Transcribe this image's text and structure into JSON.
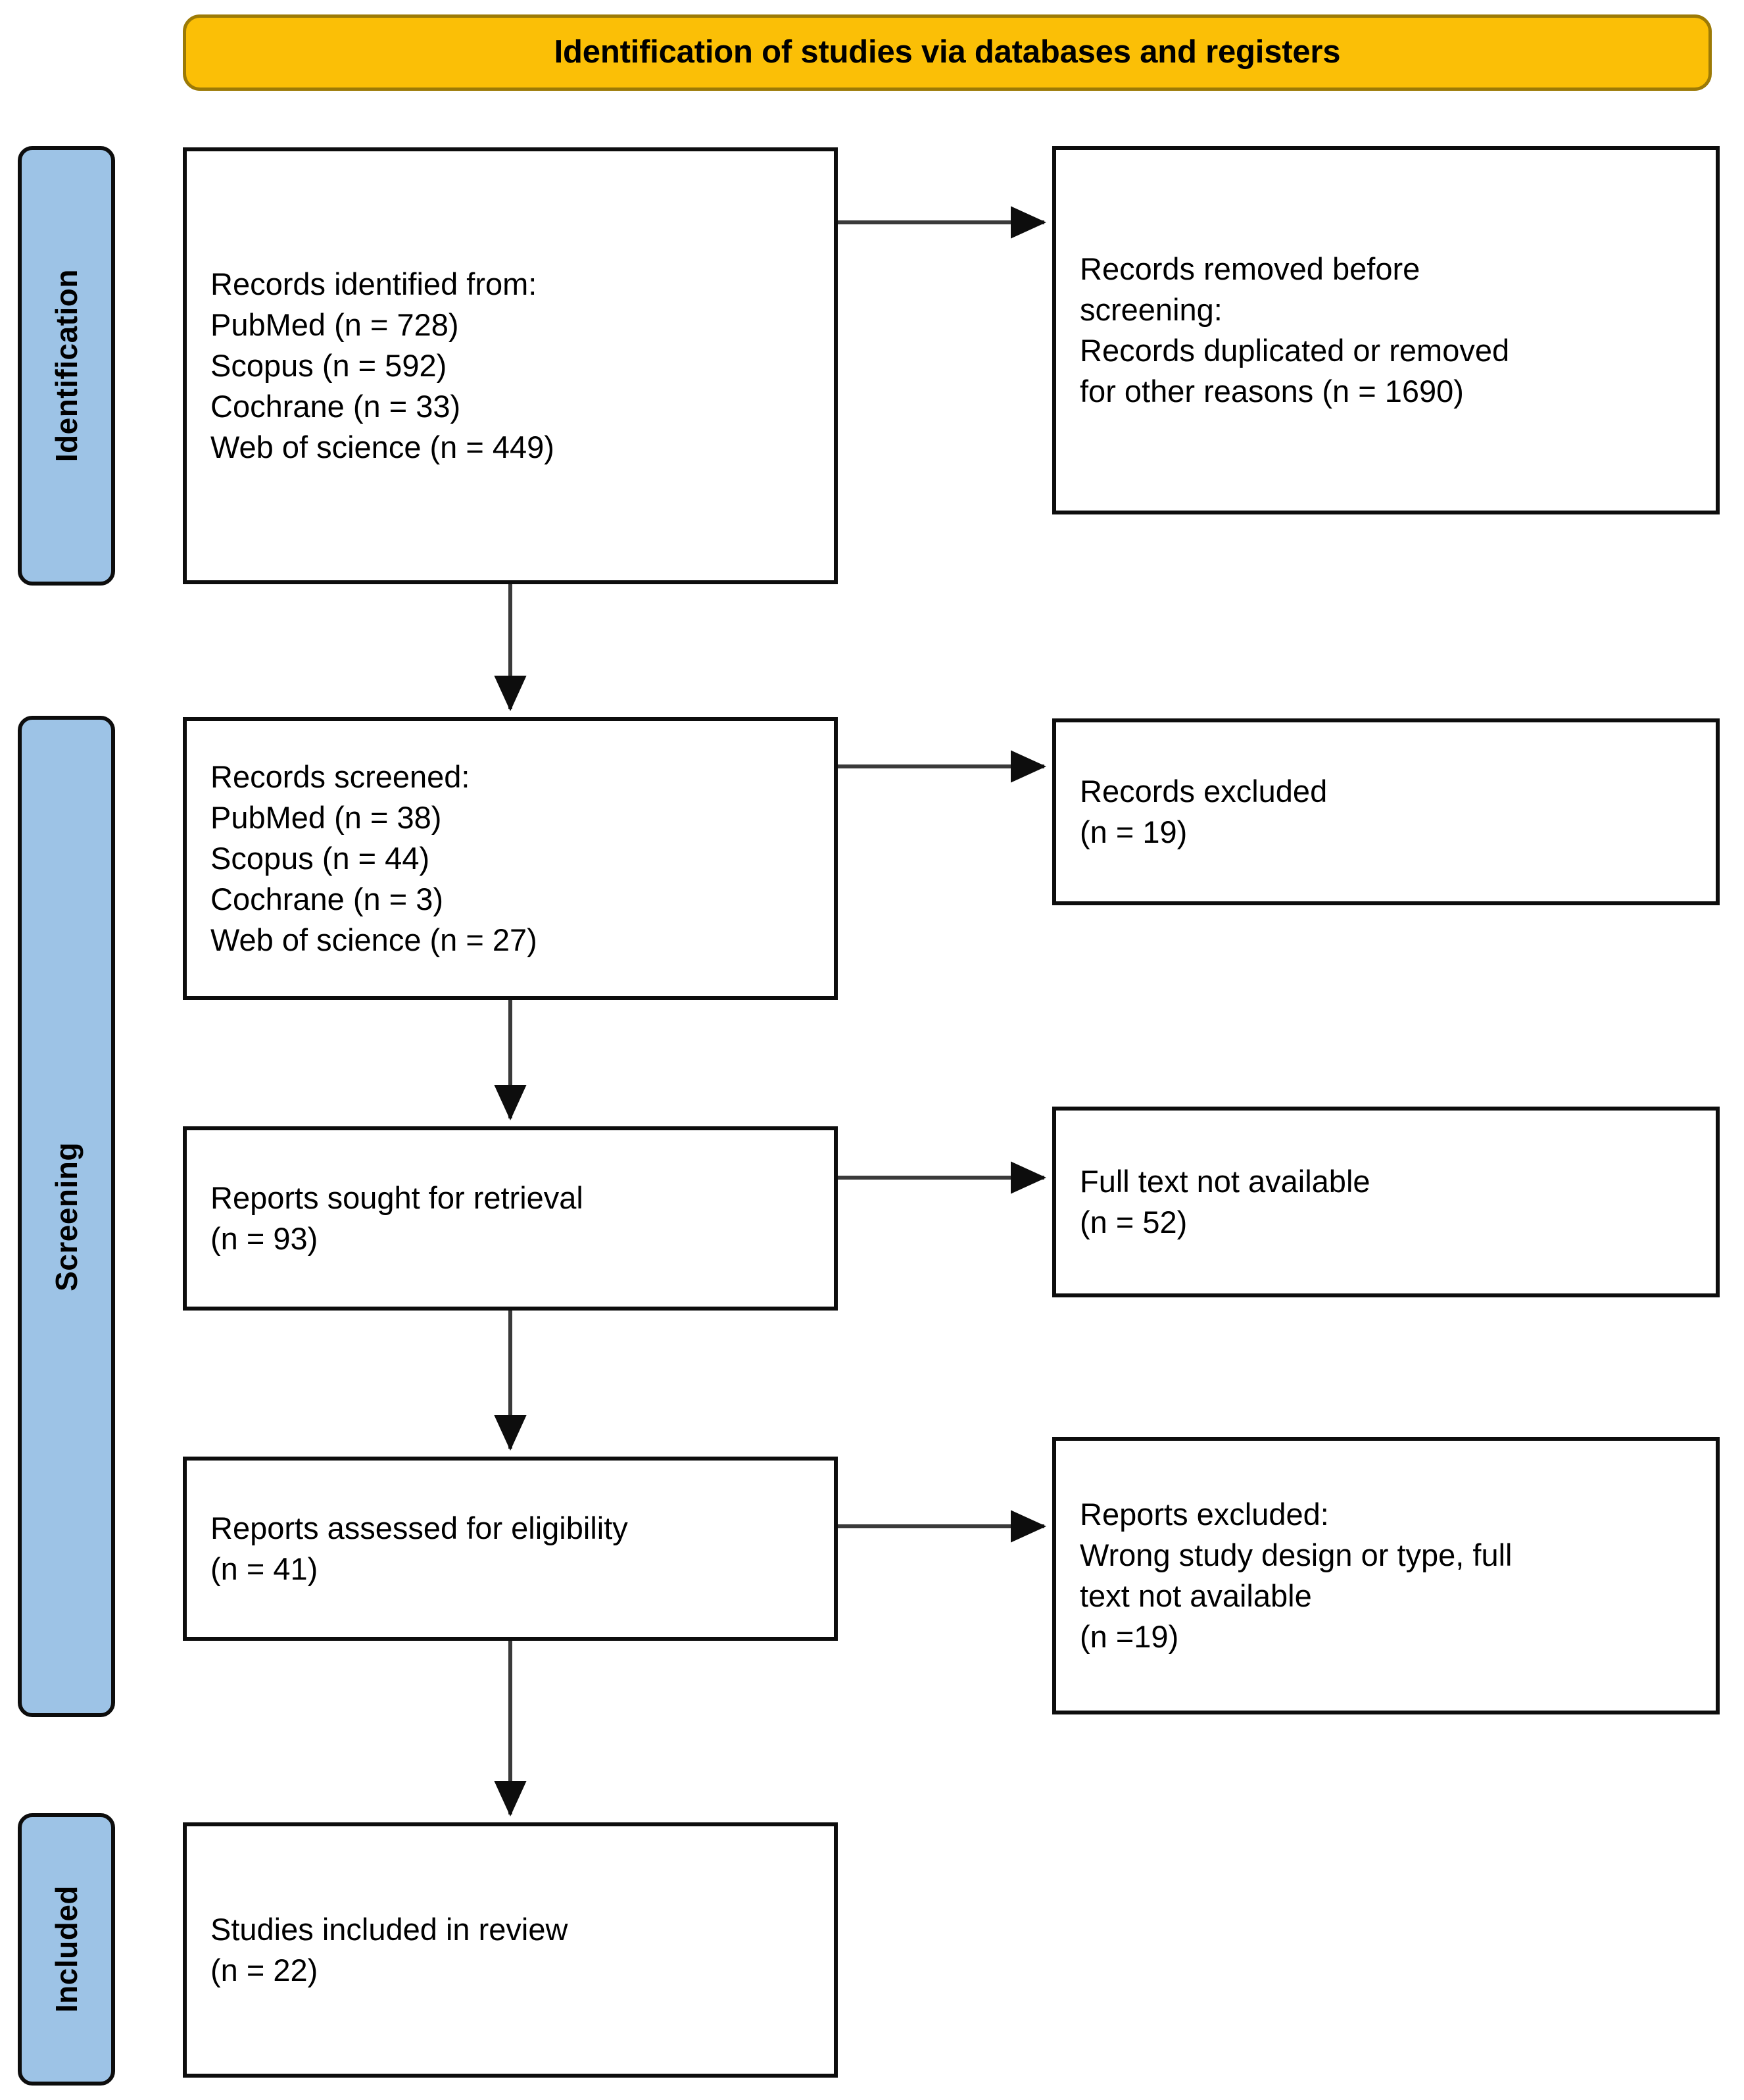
{
  "banner": {
    "title": "Identification of studies via databases and registers",
    "fill_color": "#FBBF06",
    "border_color": "#9C7A06"
  },
  "stages": [
    {
      "id": "identification",
      "label": "Identification",
      "fill_color": "#9DC3E6"
    },
    {
      "id": "screening",
      "label": "Screening",
      "fill_color": "#9DC3E6"
    },
    {
      "id": "included",
      "label": "Included",
      "fill_color": "#9DC3E6"
    }
  ],
  "boxes": {
    "identified": {
      "text": "Records identified from:\nPubMed (n = 728)\nScopus (n = 592)\nCochrane (n = 33)\nWeb of science (n = 449)"
    },
    "removed": {
      "text": "Records removed before\nscreening:\nRecords duplicated or removed\nfor other reasons (n = 1690)"
    },
    "screened": {
      "text": "Records screened:\nPubMed (n = 38)\nScopus (n = 44)\nCochrane (n = 3)\nWeb of science (n = 27)"
    },
    "records_excluded": {
      "text": "Records excluded\n(n = 19)"
    },
    "sought": {
      "text": "Reports sought for retrieval\n(n = 93)"
    },
    "fulltext_unavailable": {
      "text": "Full text not available\n(n = 52)"
    },
    "assessed": {
      "text": "Reports assessed for eligibility\n(n = 41)"
    },
    "reports_excluded": {
      "text": "Reports excluded:\nWrong study design or type, full\ntext not available\n(n =19)"
    },
    "included": {
      "text": "Studies included in review\n(n = 22)"
    }
  },
  "chart_data": {
    "type": "diagram",
    "title": "Identification of studies via databases and registers",
    "nodes": [
      {
        "id": "identified",
        "stage": "Identification",
        "column": "left",
        "label": "Records identified from",
        "sources": [
          {
            "name": "PubMed",
            "n": 728
          },
          {
            "name": "Scopus",
            "n": 592
          },
          {
            "name": "Cochrane",
            "n": 33
          },
          {
            "name": "Web of science",
            "n": 449
          }
        ]
      },
      {
        "id": "removed",
        "stage": "Identification",
        "column": "right",
        "label": "Records removed before screening: Records duplicated or removed for other reasons",
        "n": 1690
      },
      {
        "id": "screened",
        "stage": "Screening",
        "column": "left",
        "label": "Records screened",
        "sources": [
          {
            "name": "PubMed",
            "n": 38
          },
          {
            "name": "Scopus",
            "n": 44
          },
          {
            "name": "Cochrane",
            "n": 3
          },
          {
            "name": "Web of science",
            "n": 27
          }
        ]
      },
      {
        "id": "records_excluded",
        "stage": "Screening",
        "column": "right",
        "label": "Records excluded",
        "n": 19
      },
      {
        "id": "sought",
        "stage": "Screening",
        "column": "left",
        "label": "Reports sought for retrieval",
        "n": 93
      },
      {
        "id": "fulltext_unavailable",
        "stage": "Screening",
        "column": "right",
        "label": "Full text not available",
        "n": 52
      },
      {
        "id": "assessed",
        "stage": "Screening",
        "column": "left",
        "label": "Reports assessed for eligibility",
        "n": 41
      },
      {
        "id": "reports_excluded",
        "stage": "Screening",
        "column": "right",
        "label": "Reports excluded: Wrong study design or type, full text not available",
        "n": 19
      },
      {
        "id": "included",
        "stage": "Included",
        "column": "left",
        "label": "Studies included in review",
        "n": 22
      }
    ],
    "edges": [
      {
        "from": "identified",
        "to": "removed",
        "direction": "horizontal"
      },
      {
        "from": "identified",
        "to": "screened",
        "direction": "vertical"
      },
      {
        "from": "screened",
        "to": "records_excluded",
        "direction": "horizontal"
      },
      {
        "from": "screened",
        "to": "sought",
        "direction": "vertical"
      },
      {
        "from": "sought",
        "to": "fulltext_unavailable",
        "direction": "horizontal"
      },
      {
        "from": "sought",
        "to": "assessed",
        "direction": "vertical"
      },
      {
        "from": "assessed",
        "to": "reports_excluded",
        "direction": "horizontal"
      },
      {
        "from": "assessed",
        "to": "included",
        "direction": "vertical"
      }
    ]
  }
}
